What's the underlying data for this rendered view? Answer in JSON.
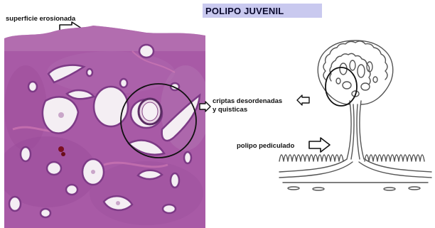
{
  "title": "POLIPO JUVENIL",
  "labels": {
    "surface": "superficie erosionada",
    "crypts_line1": "criptas desordenadas",
    "crypts_line2": "y quisticas",
    "pedicle": "polipo pediculado"
  },
  "colors": {
    "title_band": "#c9c9ef",
    "stroma": "#a85aa6",
    "epithelium": "#7d3a86",
    "lumen": "#f4eef3",
    "annotation": "#111111"
  },
  "icons": [
    "right-arrow-icon",
    "left-arrow-icon",
    "highlight-circle"
  ]
}
